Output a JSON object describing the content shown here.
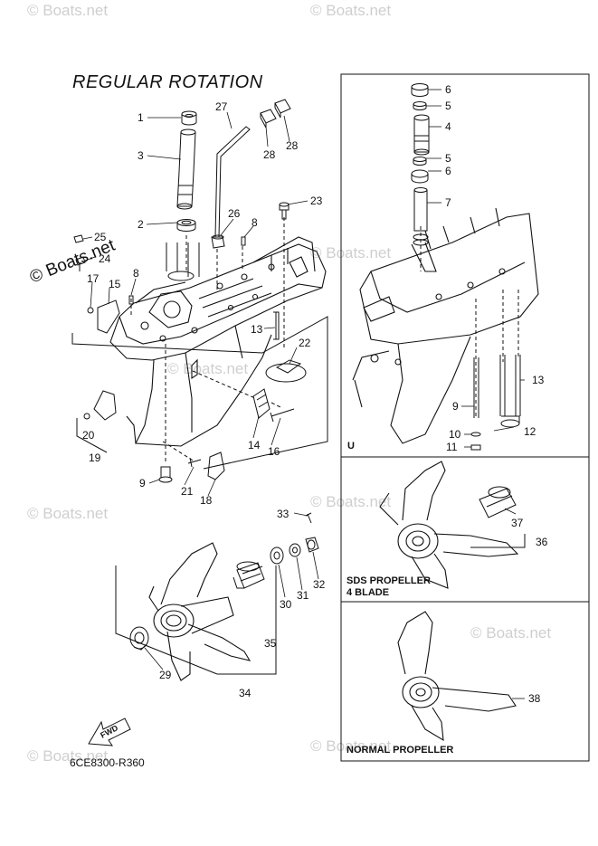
{
  "title": "REGULAR ROTATION",
  "drawing_code": "6CE8300-R360",
  "watermarks": [
    "© Boats.net",
    "© Boats.net",
    "© Boats.net",
    "© Boats.net",
    "© Boats.net",
    "© Boats.net",
    "© Boats.net",
    "© Boats.net",
    "© Boats.net"
  ],
  "watermark_strong": "© Boats.net",
  "fwd_label": "FWD",
  "panels": {
    "u_label": "U",
    "sds_label_1": "SDS PROPELLER",
    "sds_label_2": "4 BLADE",
    "normal_label": "NORMAL PROPELLER"
  },
  "callouts": [
    "1",
    "2",
    "3",
    "4",
    "5",
    "5",
    "6",
    "6",
    "7",
    "8",
    "8",
    "9",
    "9",
    "10",
    "11",
    "12",
    "13",
    "13",
    "14",
    "15",
    "16",
    "17",
    "18",
    "19",
    "20",
    "21",
    "22",
    "23",
    "24",
    "25",
    "26",
    "27",
    "28",
    "28",
    "29",
    "30",
    "31",
    "32",
    "33",
    "34",
    "35",
    "36",
    "37",
    "38"
  ]
}
